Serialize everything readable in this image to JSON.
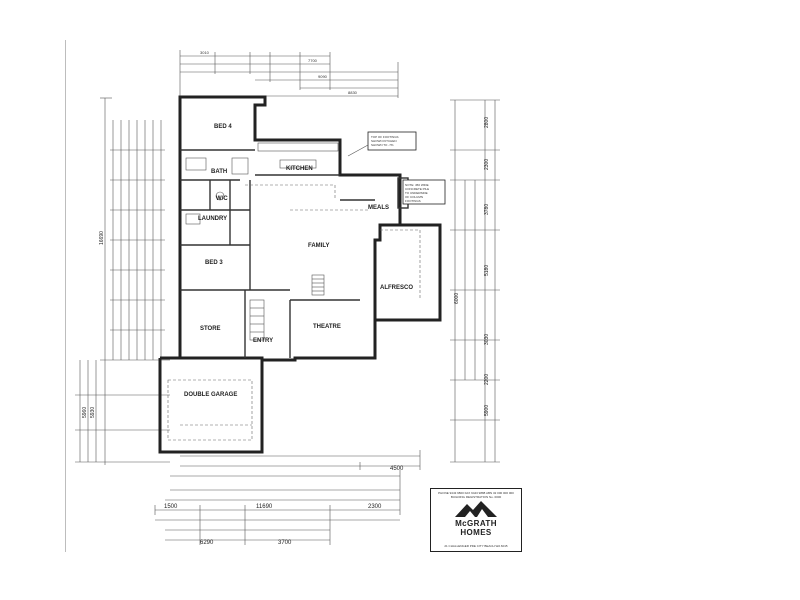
{
  "rooms": {
    "bed4": "BED 4",
    "bath": "BATH",
    "wc": "W/C",
    "laundry": "LAUNDRY",
    "kitchen": "KITCHEN",
    "meals": "MEALS",
    "family": "FAMILY",
    "bed3": "BED 3",
    "alfresco": "ALFRESCO",
    "store": "STORE",
    "entry": "ENTRY",
    "theatre": "THEATRE",
    "garage": "DOUBLE GARAGE"
  },
  "notes": {
    "footings": [
      "TOP OF FOOTINGS",
      "SHOWN KITCHEN",
      "SHOWN TO -7%"
    ],
    "column": [
      "NOTE: 450 WIDE",
      "CONCRETE PILE",
      "TO UNDERSIDE",
      "OF COLUMN",
      "FOOTINGS"
    ]
  },
  "dimensions": {
    "left_total": "16690",
    "left_garage": "5960",
    "left_garage_inner": "5930",
    "right_top": "2800",
    "right_2300": "2300",
    "right_3780": "3780",
    "right_5180": "5180",
    "right_3030": "3030",
    "right_2200": "2200",
    "right_5900": "5900",
    "right_6000": "6000",
    "bottom_1500": "1500",
    "bottom_11690": "11690",
    "bottom_2300": "2300",
    "bottom_4500": "4500",
    "bottom_6290": "6290",
    "bottom_3700": "3700",
    "top_3010": "3010",
    "top_7700": "7700",
    "top_9090": "9090",
    "top_8830": "8830"
  },
  "brand": {
    "name_line1": "McGRATH",
    "name_line2": "HOMES",
    "header_line1": "PHONE 9443 9800  FAX 9443 9888  ABN 32 000 000 000",
    "header_line2": "BUILDING REGISTRATION No. 0000",
    "footer_line": "21 CHALLENGER PDE CITY BEACH  WA  6015"
  }
}
